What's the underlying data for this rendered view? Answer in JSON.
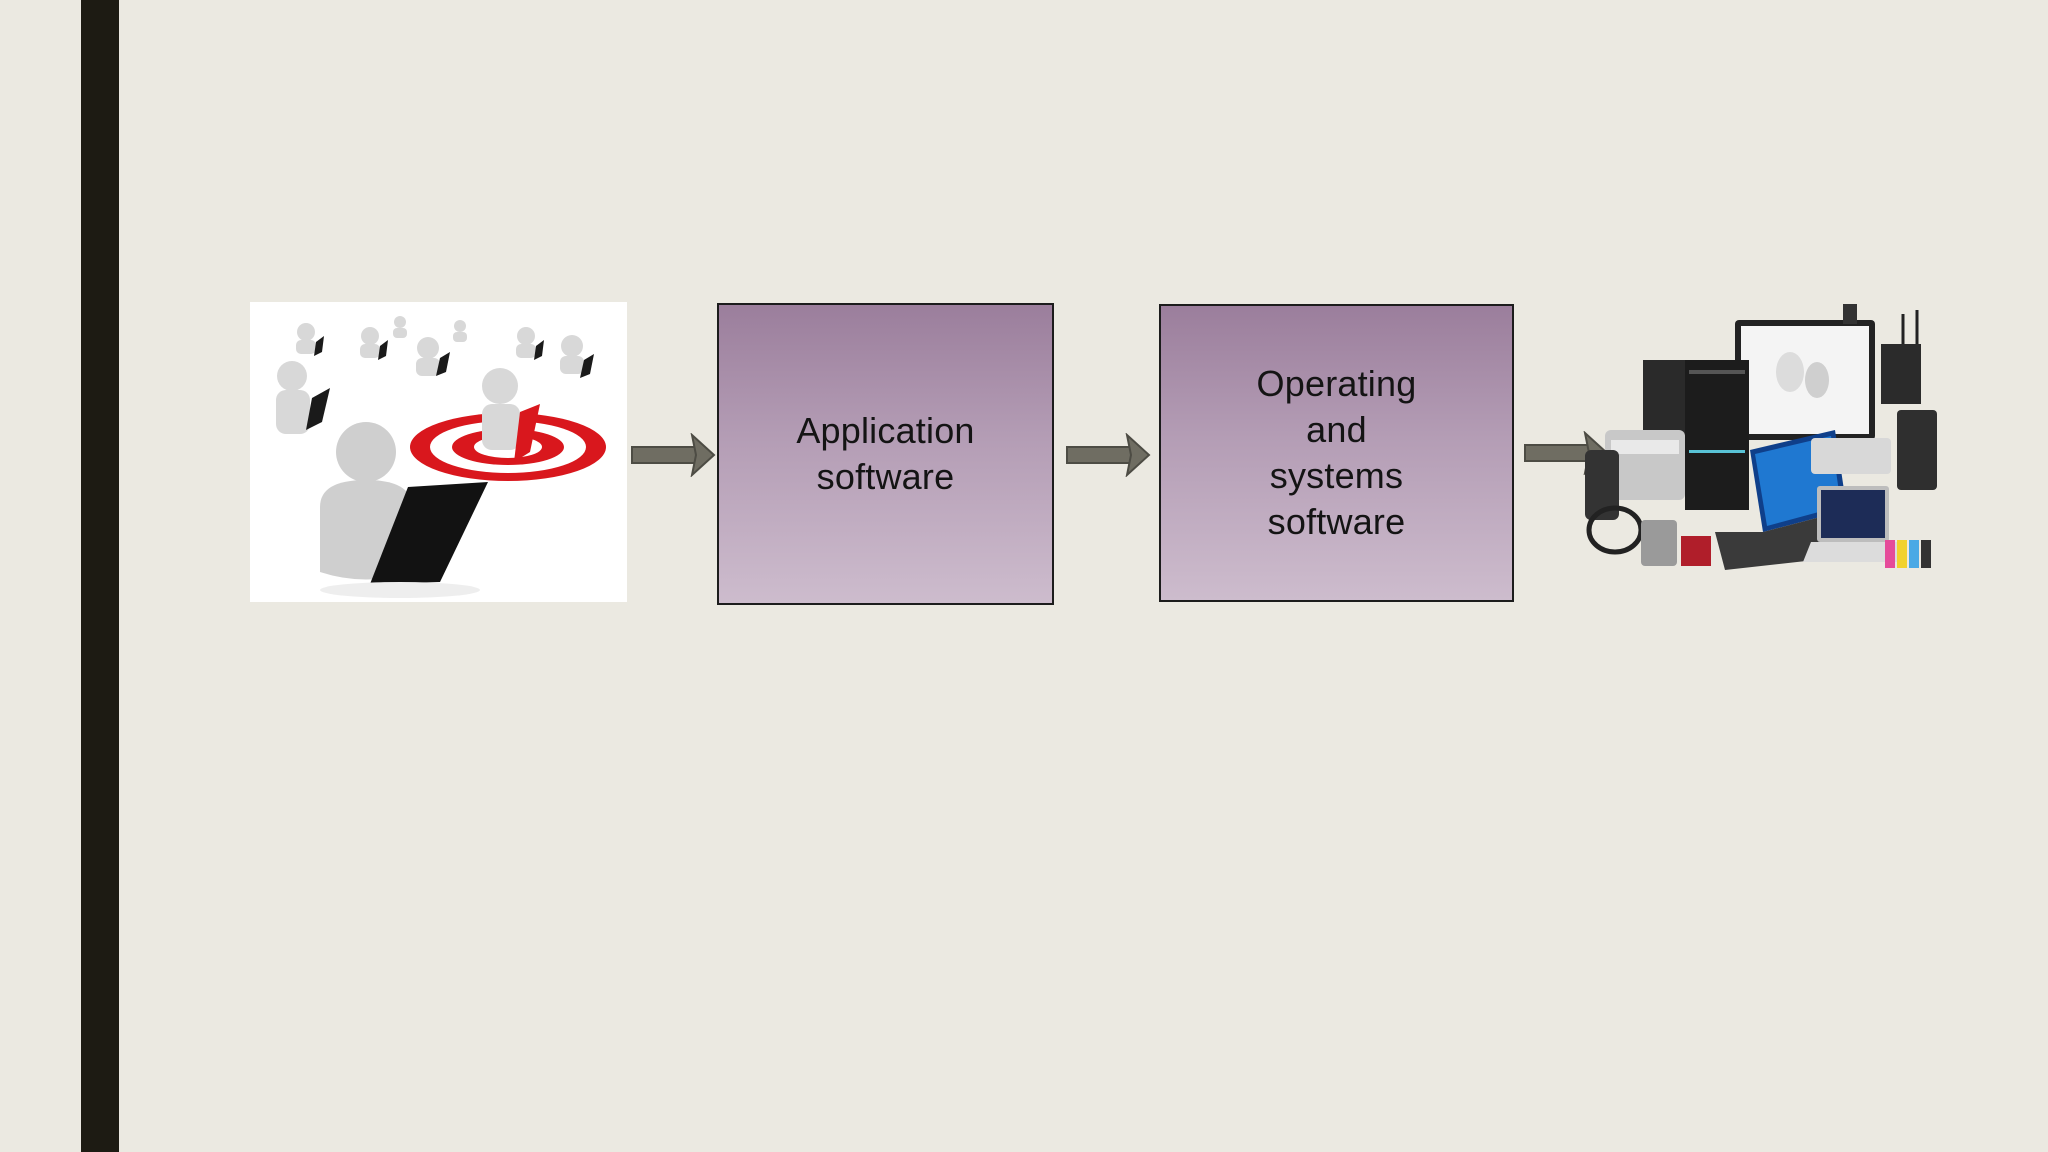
{
  "slide": {
    "users_image_icon": "users-with-laptops-target-picture",
    "hardware_image_icon": "computer-hardware-collection-picture",
    "arrow_icon": "right-arrow-icon",
    "box_gradient": [
      "#9b7e9c",
      "#cdbccd"
    ],
    "accent_bar_color": "#1d1b13",
    "background_color": "#ebe9e1"
  },
  "flow": {
    "application_box": {
      "lines": [
        "Application",
        "software"
      ]
    },
    "os_box": {
      "lines": [
        "Operating",
        "and",
        "systems",
        "software"
      ]
    }
  }
}
